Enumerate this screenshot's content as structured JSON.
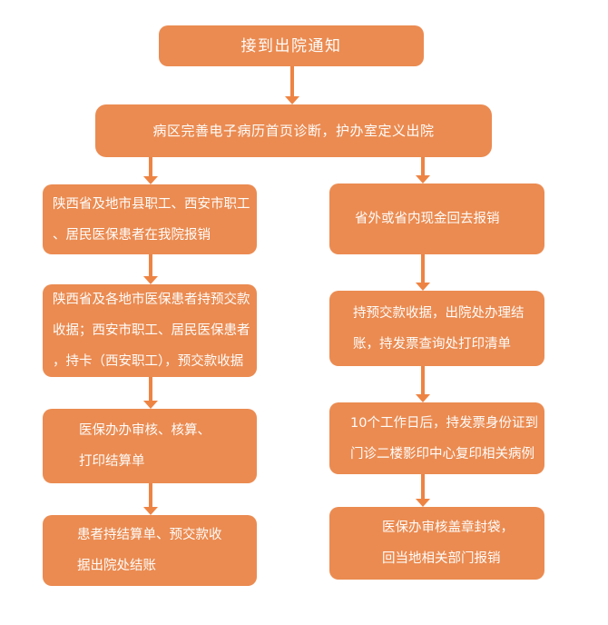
{
  "colors": {
    "node_fill": "#EB8B51",
    "arrow": "#EE8443",
    "node_text": "#FEFCFA",
    "background": "#FFFFFF"
  },
  "diagram": {
    "type": "flowchart",
    "start": "接到出院通知",
    "discharge_definition": "病区完善电子病历首页诊断，护办室定义出院",
    "left_branch": [
      "陕西省及地市县职工、西安市职工\n、居民医保患者在我院报销",
      "陕西省及各地市医保患者持预交款\n收据；西安市职工、居民医保患者\n，持卡（西安职工），预交款收据",
      "医保办办审核、核算、\n打印结算单",
      "患者持结算单、预交款收\n据出院处结账"
    ],
    "right_branch": [
      "省外或省内现金回去报销",
      "持预交款收据，出院处办理结\n账，持发票查询处打印清单",
      "10个工作日后，持发票身份证到\n门诊二楼影印中心复印相关病例",
      "医保办审核盖章封袋，\n回当地相关部门报销"
    ]
  }
}
